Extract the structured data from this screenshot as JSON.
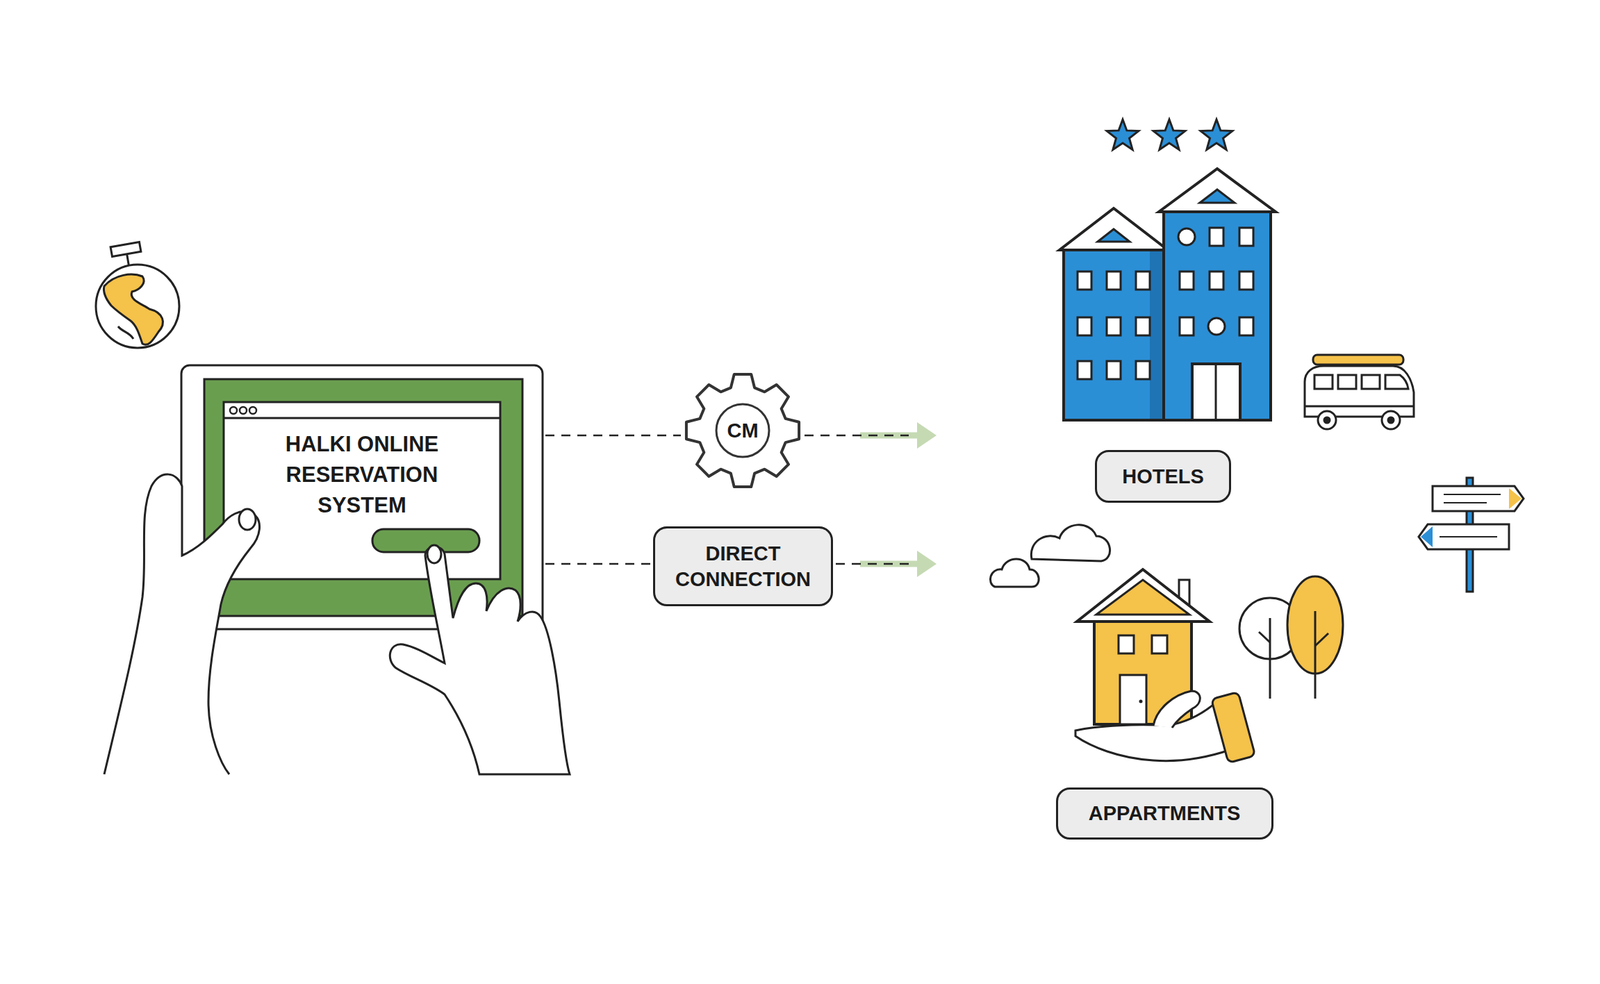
{
  "diagram": {
    "nodes": [
      {
        "text": [
          "HALKI ONLINE RESERVATION SYSTEM"
        ]
      },
      {
        "text": [
          "CM"
        ]
      },
      {
        "text": [
          "DIRECT CONNECTION"
        ]
      },
      {
        "text": [
          "HOTELS"
        ]
      },
      {
        "text": [
          "APPARTMENTS"
        ]
      }
    ],
    "edges": [
      {
        "from": 0,
        "to": 1,
        "arrow": "none"
      },
      {
        "from": 1,
        "to": 3,
        "arrow": "to"
      },
      {
        "from": 0,
        "to": 2,
        "arrow": "none"
      },
      {
        "from": 2,
        "to": 4,
        "arrow": "to"
      }
    ]
  }
}
